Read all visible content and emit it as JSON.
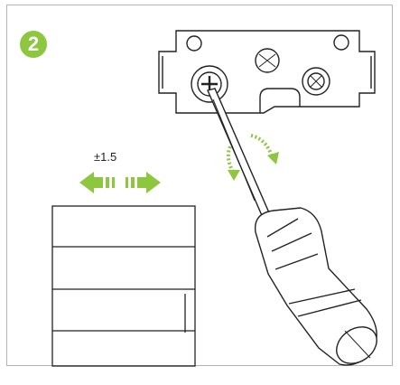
{
  "step": {
    "number": "2"
  },
  "tolerance": {
    "label": "±1.5"
  },
  "colors": {
    "accent": "#8dc63f",
    "line": "#222222",
    "frame": "#b4b4b4"
  },
  "icons": [
    "step-number-badge",
    "double-arrow-icon",
    "rotation-arrows-icon",
    "screwdriver-icon",
    "phillips-screw-icon",
    "mounting-bracket"
  ]
}
